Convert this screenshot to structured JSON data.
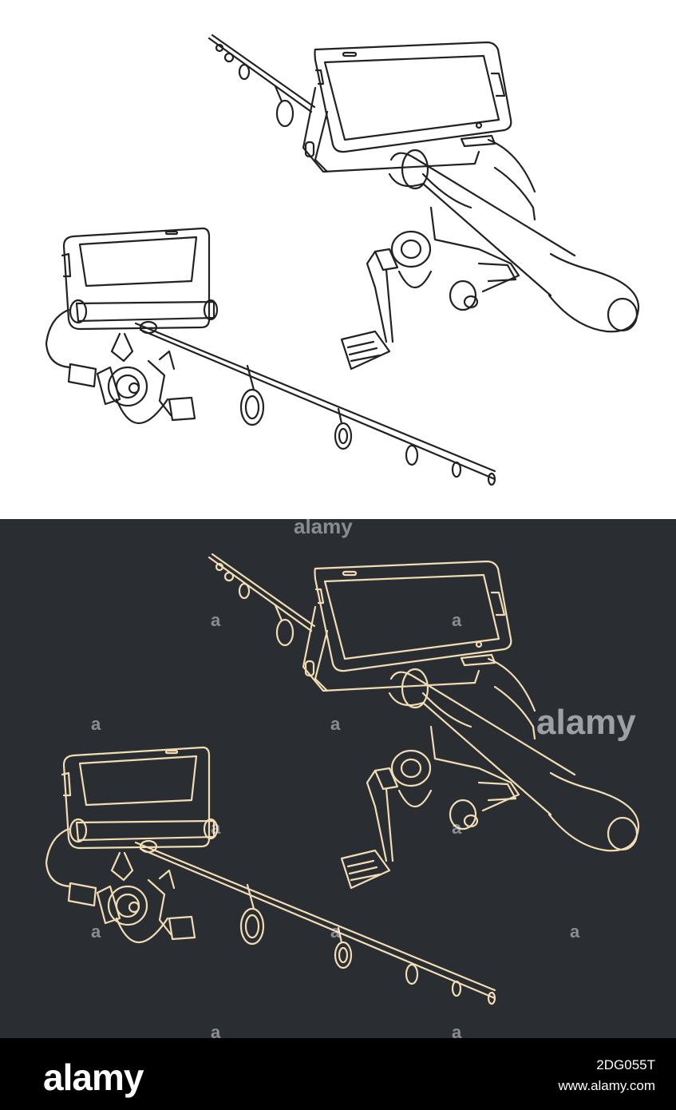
{
  "image": {
    "subject": "fishing rod with underwater camera monitor, line drawing",
    "colors": {
      "top_background": "#ffffff",
      "top_stroke": "#222222",
      "bottom_background": "#2a2e33",
      "bottom_stroke": "#f2dcb4",
      "footer_background": "#000000"
    }
  },
  "watermarks": {
    "top_strip": "alamy",
    "center": "alamy",
    "small_letter": "a"
  },
  "footer": {
    "logo": "alamy",
    "image_id": "2DG055T",
    "url": "www.alamy.com"
  }
}
